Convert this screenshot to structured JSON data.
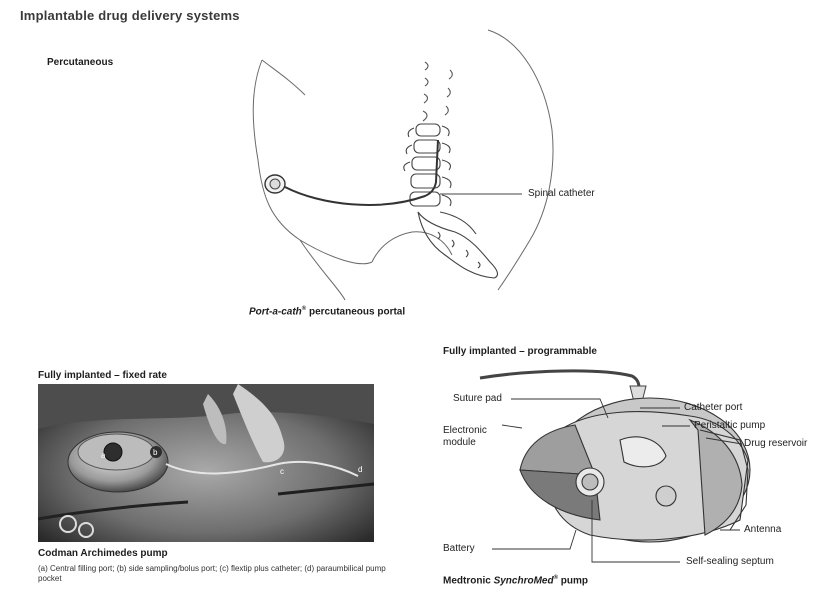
{
  "title": "Implantable drug delivery systems",
  "percutaneous": {
    "heading": "Percutaneous",
    "callout_label": "Spinal catheter",
    "caption_italic": "Port-a-cath",
    "caption_sup": "®",
    "caption_rest": " percutaneous portal"
  },
  "fixed_rate": {
    "heading": "Fully implanted – fixed rate",
    "photo_labels": [
      "a",
      "b",
      "c",
      "d"
    ],
    "caption": "Codman Archimedes pump",
    "description": "(a) Central filling port; (b) side sampling/bolus port; (c) flextip plus catheter; (d) paraumbilical pump pocket"
  },
  "programmable": {
    "heading": "Fully implanted – programmable",
    "labels": {
      "suture_pad": "Suture pad",
      "catheter_port": "Catheter port",
      "electronic_module": "Electronic module",
      "peristaltic_pump": "Peristaltic pump",
      "drug_reservoir": "Drug reservoir",
      "antenna": "Antenna",
      "battery": "Battery",
      "self_sealing_septum": "Self-sealing septum"
    },
    "caption_pre": "Medtronic ",
    "caption_italic": "SynchroMed",
    "caption_sup": "®",
    "caption_rest": " pump"
  }
}
